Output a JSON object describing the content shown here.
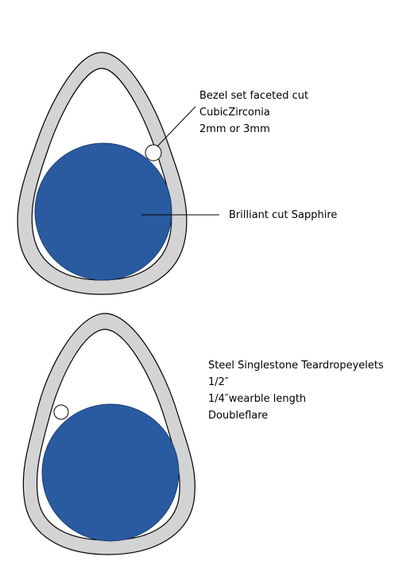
{
  "colors": {
    "ring_fill": "#d3d3d3",
    "ring_stroke": "#000000",
    "stone_fill": "#2a5aa0",
    "stone_stroke": "#1b3f78",
    "accent_fill": "#ffffff"
  },
  "diagram_top": {
    "labels": {
      "bezel_line1": "Bezel set faceted cut",
      "bezel_line2": "CubicZirconia",
      "bezel_line3": "2mm or 3mm",
      "sapphire": "Brilliant cut Sapphire"
    }
  },
  "diagram_bottom": {
    "labels": {
      "line1": "Steel Singlestone Teardropeyelets",
      "line2": "1/2″",
      "line3": "1/4″wearble length",
      "line4": "Doubleflare"
    }
  }
}
